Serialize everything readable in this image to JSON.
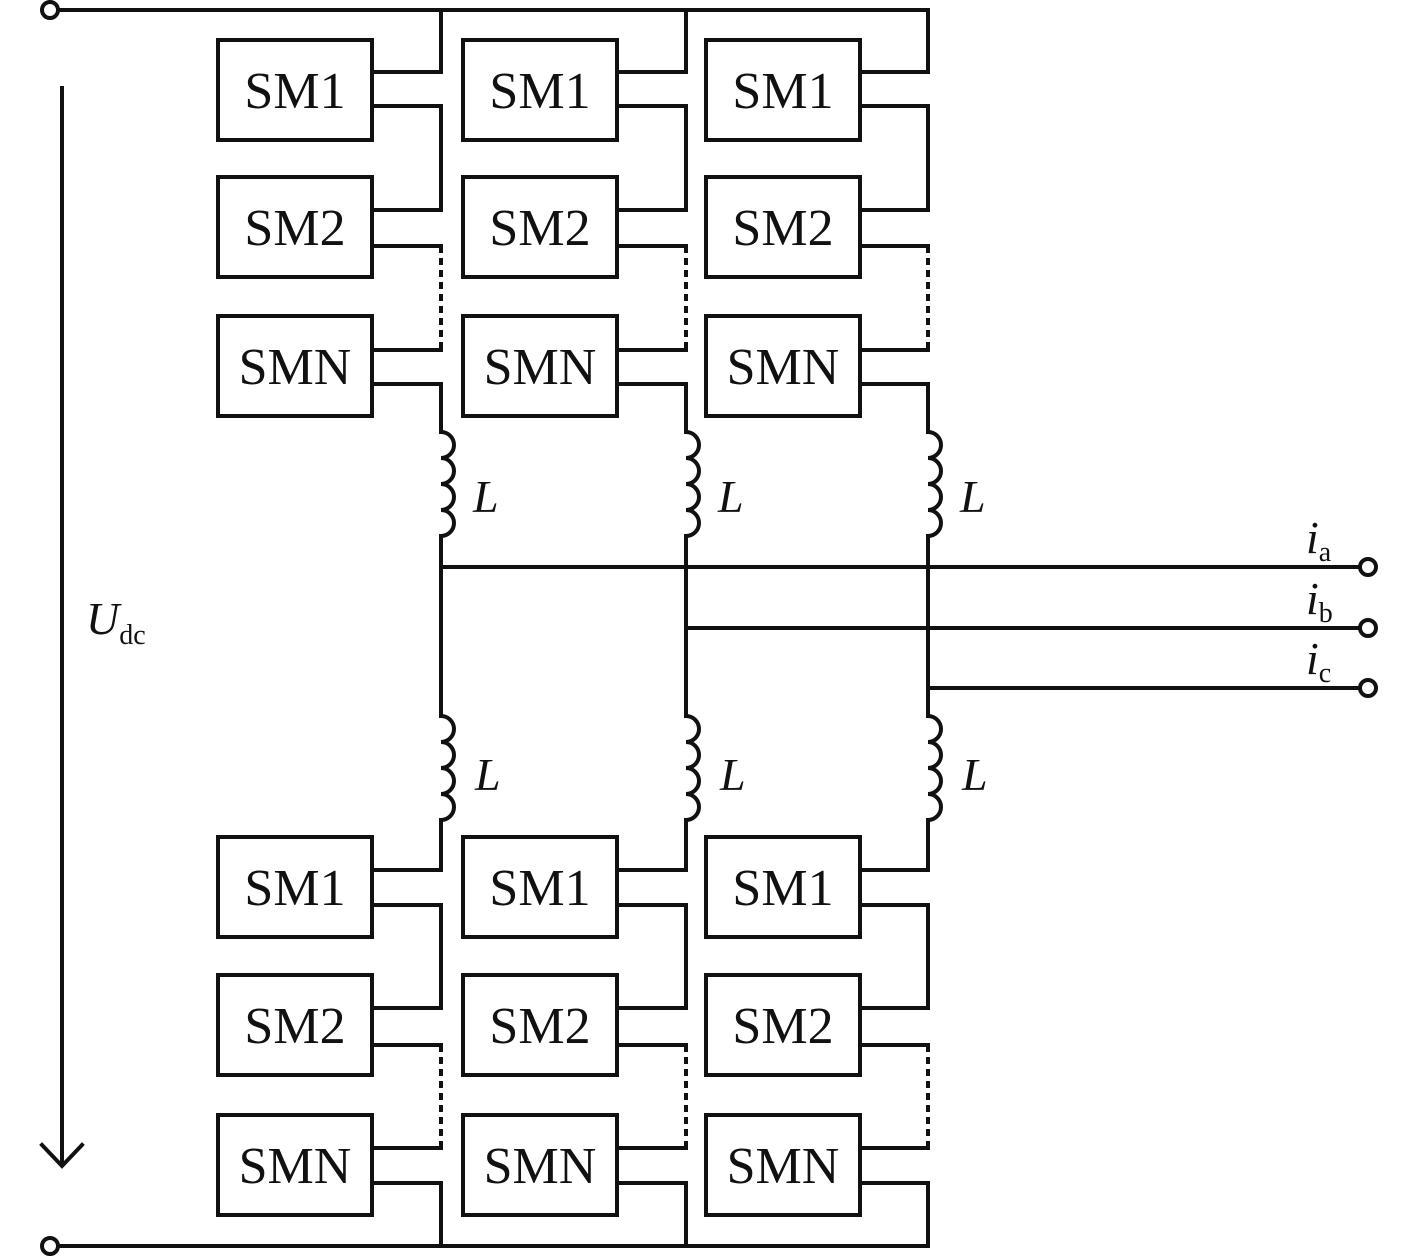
{
  "diagram": {
    "upper_arm_modules": [
      "SM1",
      "SM2",
      "SMN"
    ],
    "lower_arm_modules": [
      "SM1",
      "SM2",
      "SMN"
    ],
    "inductor_label": "L",
    "dc_voltage": {
      "symbol": "U",
      "subscript": "dc"
    },
    "phase_outputs": [
      {
        "symbol": "i",
        "subscript": "a"
      },
      {
        "symbol": "i",
        "subscript": "b"
      },
      {
        "symbol": "i",
        "subscript": "c"
      }
    ],
    "phase_count": 3,
    "line_color": "#111111"
  }
}
